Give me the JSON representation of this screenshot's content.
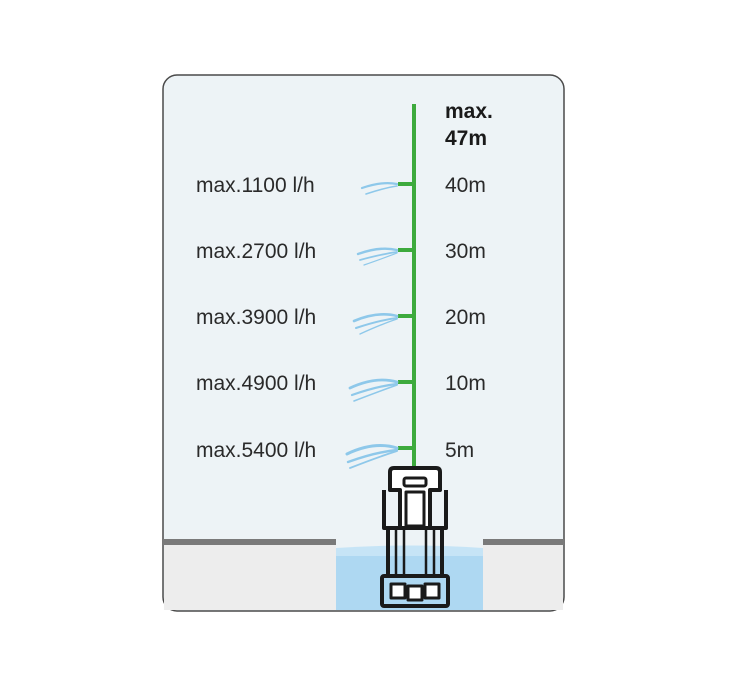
{
  "max_height": {
    "line1": "max.",
    "line2": "47m"
  },
  "levels": [
    {
      "flow": "max.1100 l/h",
      "height": "40m"
    },
    {
      "flow": "max.2700 l/h",
      "height": "30m"
    },
    {
      "flow": "max.3900 l/h",
      "height": "20m"
    },
    {
      "flow": "max.4900 l/h",
      "height": "10m"
    },
    {
      "flow": "max.5400 l/h",
      "height": "5m"
    }
  ],
  "colors": {
    "panel_bg": "#edf3f6",
    "panel_border": "#4a4a4a",
    "pipe": "#3daa3d",
    "water": "#aed8f2",
    "ground": "#ededed",
    "ground_edge": "#7a7a7a",
    "spray": "#8ec8ea",
    "pump_outline": "#1a1a1a"
  }
}
